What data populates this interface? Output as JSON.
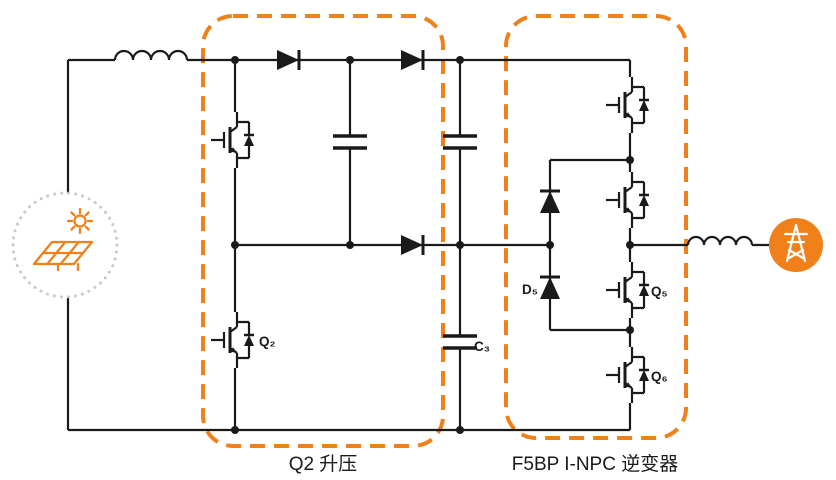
{
  "diagram": {
    "type": "circuit-schematic",
    "title_labels": {
      "boost_section": "Q2 升压",
      "inverter_section": "F5BP I-NPC 逆变器"
    },
    "component_labels": {
      "q2": "Q₂",
      "q5": "Q₅",
      "q6": "Q₆",
      "c3": "C₃",
      "d5": "D₅"
    },
    "icons": {
      "left_source": "solar-panel-icon",
      "right_load": "grid-transmission-tower-icon"
    },
    "colors": {
      "accent_orange": "#F08019",
      "line_black": "#1A1A1A",
      "dotted_circle_gray": "#C9C9C9",
      "background": "#FFFFFF"
    }
  }
}
